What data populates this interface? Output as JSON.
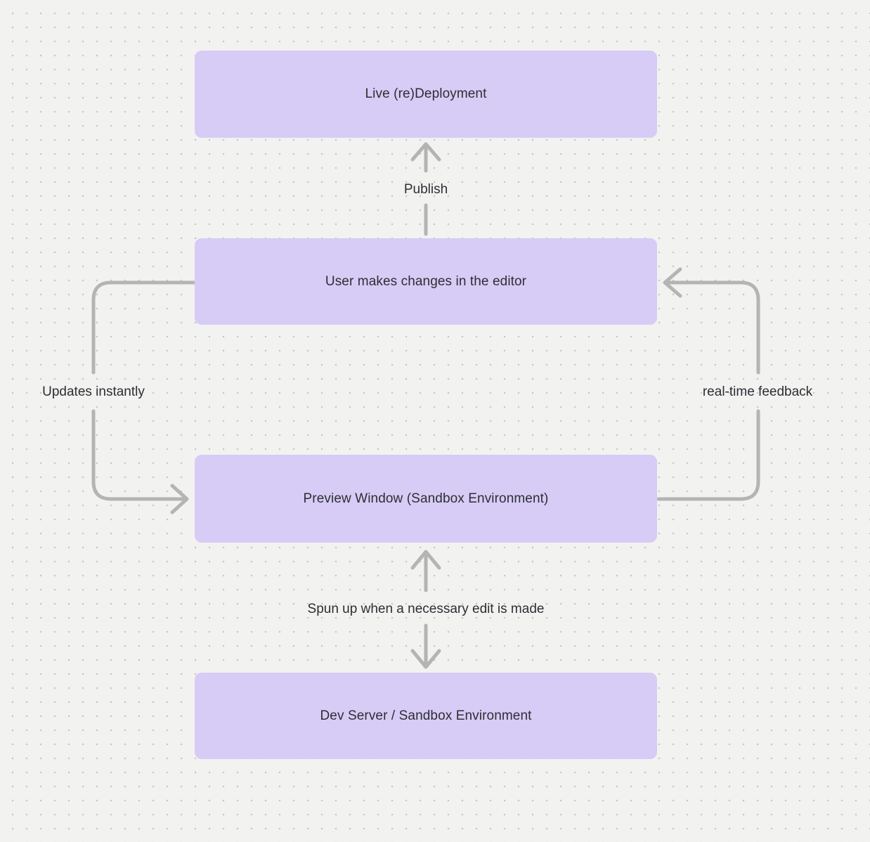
{
  "diagram": {
    "nodes": [
      {
        "id": "live-deployment",
        "label": "Live (re)Deployment"
      },
      {
        "id": "editor-changes",
        "label": "User makes changes in the editor"
      },
      {
        "id": "preview-window",
        "label": "Preview Window (Sandbox Environment)"
      },
      {
        "id": "dev-server",
        "label": "Dev Server / Sandbox Environment"
      }
    ],
    "edge_labels": {
      "publish": "Publish",
      "updates_instantly": "Updates instantly",
      "realtime_feedback": "real-time feedback",
      "spun_up": "Spun up when a necessary edit is made"
    },
    "colors": {
      "background": "#f2f2f1",
      "dot": "#c6c6c6",
      "node_fill": "#d6ccf6",
      "arrow": "#b4b4b4",
      "text": "#2e2e33"
    }
  }
}
